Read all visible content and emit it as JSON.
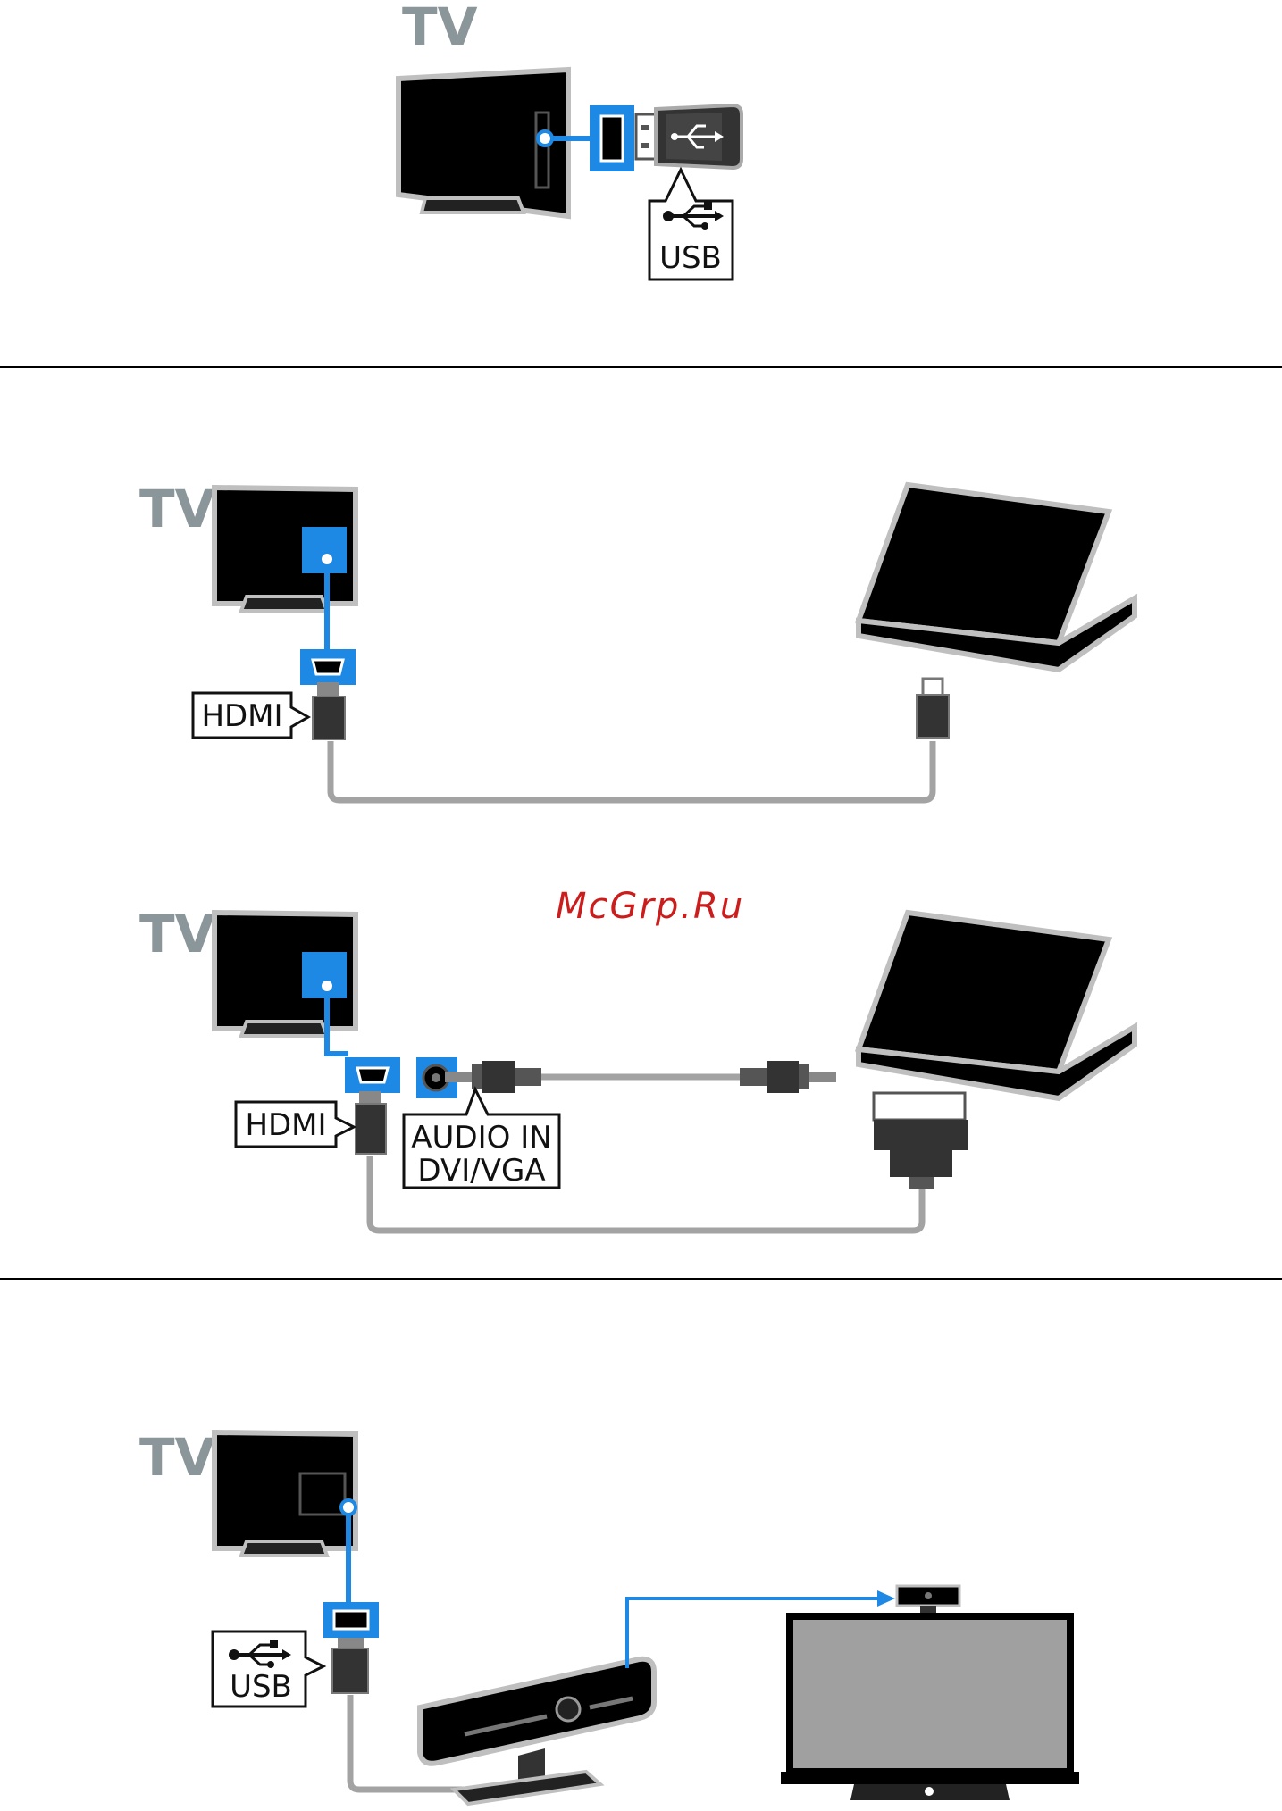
{
  "diagram": {
    "tv_label": "TV",
    "labels": {
      "usb_top": "USB",
      "hdmi_1": "HDMI",
      "hdmi_2": "HDMI",
      "audio_in_line1": "AUDIO IN",
      "audio_in_line2": "DVI/VGA",
      "usb_bottom": "USB"
    },
    "watermark": "McGrp.Ru",
    "colors": {
      "accent_blue": "#1e88e5",
      "cable_gray": "#a3a3a3",
      "screen_black": "#000000",
      "frame_gray": "#bfbfbf",
      "tv_label_gray": "#8a9699",
      "watermark_red": "#cc1d1d",
      "monitor_screen_gray": "#a0a0a0"
    }
  }
}
